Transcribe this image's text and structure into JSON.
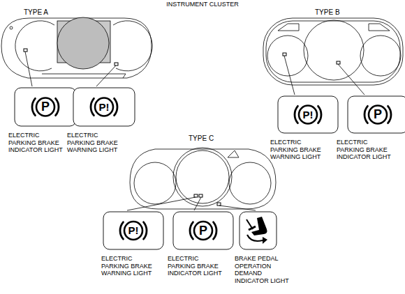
{
  "diagram": {
    "title": "INSTRUMENT CLUSTER",
    "nodes": [
      {
        "text": [
          "P",
          "ELECTRIC PARKING BRAKE INDICATOR LIGHT"
        ]
      },
      {
        "text": [
          "P!",
          "ELECTRIC PARKING BRAKE WARNING LIGHT"
        ]
      },
      {
        "text": [
          "P!",
          "ELECTRIC PARKING BRAKE WARNING LIGHT"
        ]
      },
      {
        "text": [
          "P",
          "ELECTRIC PARKING BRAKE INDICATOR LIGHT"
        ]
      },
      {
        "text": [
          "P!",
          "ELECTRIC PARKING BRAKE WARNING LIGHT"
        ]
      },
      {
        "text": [
          "P",
          "ELECTRIC PARKING BRAKE INDICATOR LIGHT"
        ]
      },
      {
        "text": [
          "BRAKE PEDAL OPERATION DEMAND INDICATOR LIGHT"
        ]
      }
    ],
    "labels": [
      "TYPE A",
      "TYPE B",
      "TYPE C"
    ]
  }
}
